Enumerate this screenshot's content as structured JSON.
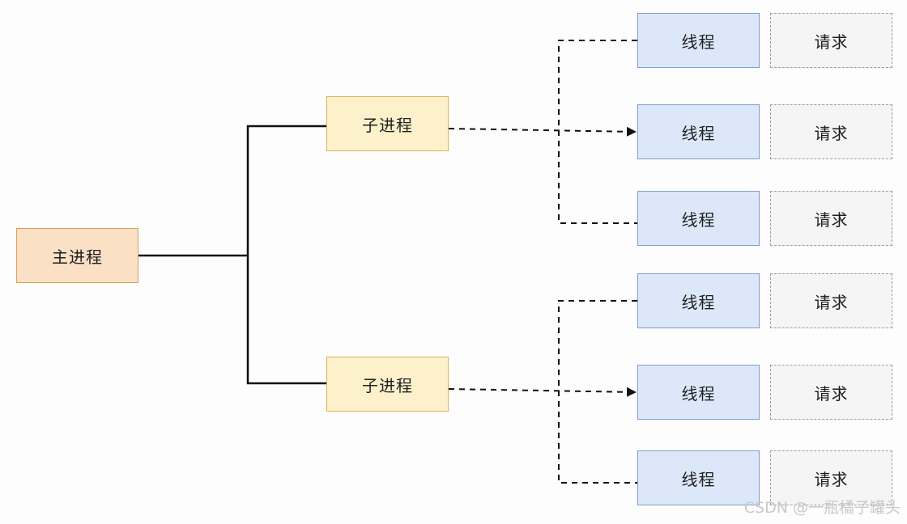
{
  "diagram": {
    "main_process": "主进程",
    "child_processes": [
      "子进程",
      "子进程"
    ],
    "threads": [
      "线程",
      "线程",
      "线程",
      "线程",
      "线程",
      "线程"
    ],
    "requests": [
      "请求",
      "请求",
      "请求",
      "请求",
      "请求",
      "请求"
    ]
  },
  "watermark": "CSDN @一瓶橘子罐头"
}
